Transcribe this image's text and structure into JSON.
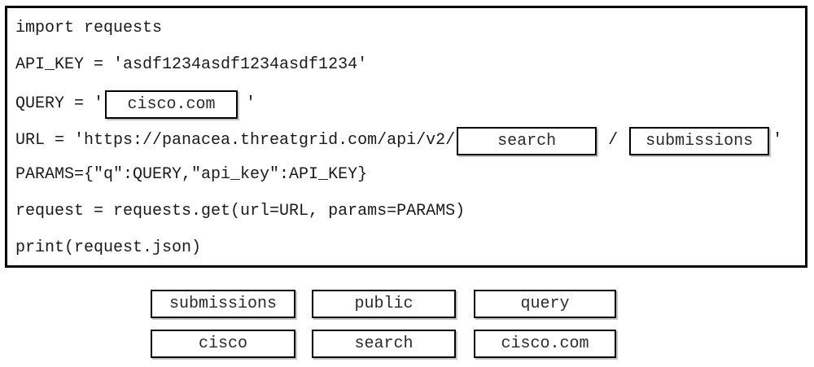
{
  "code_frame": {
    "lines": [
      {
        "id": "line-1",
        "text": "import requests"
      },
      {
        "id": "line-2",
        "text": "API_KEY = 'asdf1234asdf1234asdf1234'"
      },
      {
        "id": "line-5",
        "text": "PARAMS={\"q\":QUERY,\"api_key\":API_KEY}"
      },
      {
        "id": "line-6",
        "text": "request = requests.get(url=URL, params=PARAMS)"
      },
      {
        "id": "line-7",
        "text": "print(request.json)"
      }
    ],
    "query_line": {
      "prefix": "QUERY = '",
      "slot_value": "cisco.com",
      "suffix": "'"
    },
    "url_line": {
      "prefix": "URL = 'https://panacea.threatgrid.com/api/v2/",
      "slot_value_1": "search",
      "separator": "/",
      "slot_value_2": "submissions",
      "suffix": "'"
    }
  },
  "options": {
    "rows": [
      [
        {
          "label": "submissions"
        },
        {
          "label": "public"
        },
        {
          "label": "query"
        }
      ],
      [
        {
          "label": "cisco"
        },
        {
          "label": "search"
        },
        {
          "label": "cisco.com"
        }
      ]
    ]
  },
  "colors": {
    "frame_border": "#000000",
    "box_border": "#000000",
    "text": "#1a1a1a",
    "background": "#ffffff",
    "box_shadow": "#969696"
  }
}
